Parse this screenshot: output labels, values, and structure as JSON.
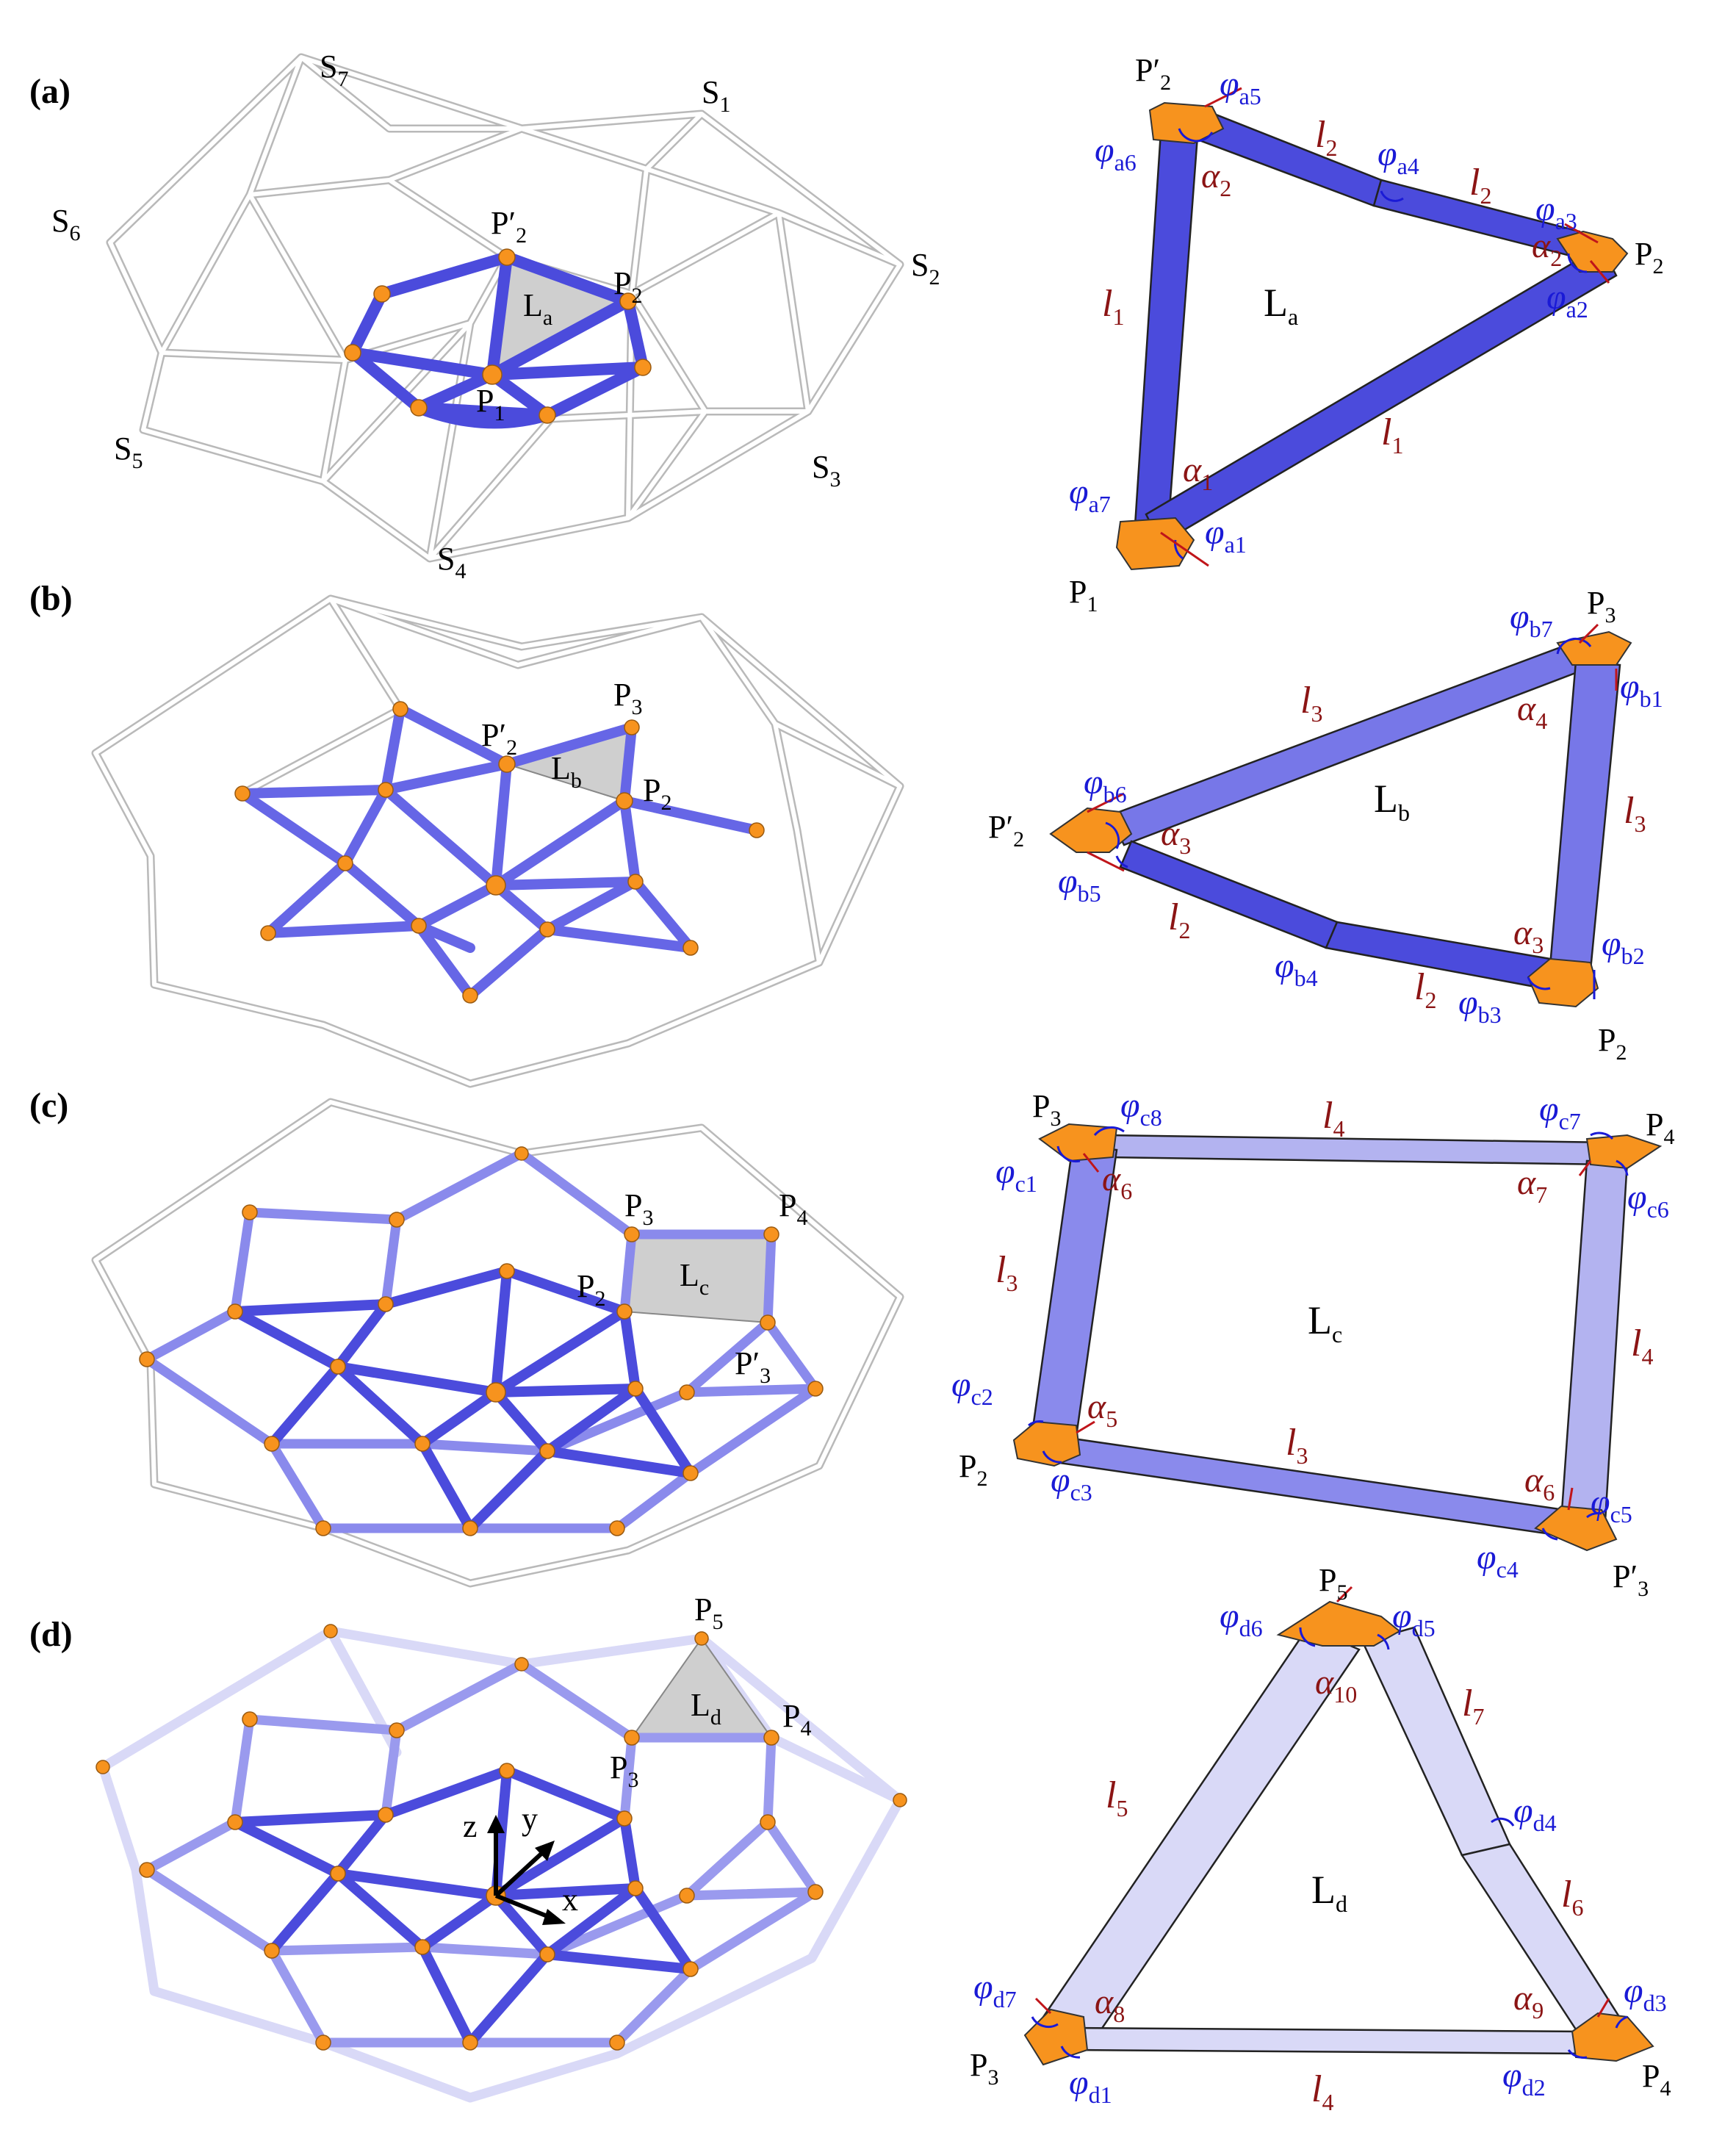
{
  "panels": [
    {
      "tag": "(a)",
      "support_labels": [
        "S",
        "S",
        "S",
        "S",
        "S",
        "S",
        "S"
      ],
      "support_subs": [
        "1",
        "2",
        "3",
        "4",
        "5",
        "6",
        "7"
      ],
      "node_labels": {
        "p2p": "P′",
        "p2p_sub": "2",
        "p2": "P",
        "p2_sub": "2",
        "p1": "P",
        "p1_sub": "1",
        "loop": "L",
        "loop_sub": "a"
      },
      "detail": {
        "loop": "L",
        "loop_sub": "a",
        "joints": [
          {
            "t": "P′",
            "s": "2"
          },
          {
            "t": "P",
            "s": "2"
          },
          {
            "t": "P",
            "s": "1"
          }
        ],
        "lengths": [
          {
            "t": "l",
            "s": "2"
          },
          {
            "t": "l",
            "s": "2"
          },
          {
            "t": "l",
            "s": "1"
          },
          {
            "t": "l",
            "s": "1"
          }
        ],
        "angles": [
          {
            "t": "α",
            "s": "2"
          },
          {
            "t": "α",
            "s": "2"
          },
          {
            "t": "α",
            "s": "1"
          }
        ],
        "phis": [
          {
            "t": "φ",
            "s": "a5"
          },
          {
            "t": "φ",
            "s": "a6"
          },
          {
            "t": "φ",
            "s": "a4"
          },
          {
            "t": "φ",
            "s": "a3"
          },
          {
            "t": "φ",
            "s": "a2"
          },
          {
            "t": "φ",
            "s": "a7"
          },
          {
            "t": "φ",
            "s": "a1"
          }
        ]
      }
    },
    {
      "tag": "(b)",
      "node_labels": {
        "p3": "P",
        "p3_sub": "3",
        "p2p": "P′",
        "p2p_sub": "2",
        "p2": "P",
        "p2_sub": "2",
        "loop": "L",
        "loop_sub": "b"
      },
      "detail": {
        "loop": "L",
        "loop_sub": "b",
        "joints": [
          {
            "t": "P",
            "s": "3"
          },
          {
            "t": "P′",
            "s": "2"
          },
          {
            "t": "P",
            "s": "2"
          }
        ],
        "lengths": [
          {
            "t": "l",
            "s": "3"
          },
          {
            "t": "l",
            "s": "3"
          },
          {
            "t": "l",
            "s": "2"
          },
          {
            "t": "l",
            "s": "2"
          }
        ],
        "angles": [
          {
            "t": "α",
            "s": "4"
          },
          {
            "t": "α",
            "s": "3"
          },
          {
            "t": "α",
            "s": "3"
          }
        ],
        "phis": [
          {
            "t": "φ",
            "s": "b7"
          },
          {
            "t": "φ",
            "s": "b1"
          },
          {
            "t": "φ",
            "s": "b6"
          },
          {
            "t": "φ",
            "s": "b5"
          },
          {
            "t": "φ",
            "s": "b4"
          },
          {
            "t": "φ",
            "s": "b2"
          },
          {
            "t": "φ",
            "s": "b3"
          }
        ]
      }
    },
    {
      "tag": "(c)",
      "node_labels": {
        "p3": "P",
        "p3_sub": "3",
        "p4": "P",
        "p4_sub": "4",
        "p2": "P",
        "p2_sub": "2",
        "p3p": "P′",
        "p3p_sub": "3",
        "loop": "L",
        "loop_sub": "c"
      },
      "detail": {
        "loop": "L",
        "loop_sub": "c",
        "joints": [
          {
            "t": "P",
            "s": "3"
          },
          {
            "t": "P",
            "s": "4"
          },
          {
            "t": "P",
            "s": "2"
          },
          {
            "t": "P′",
            "s": "3"
          }
        ],
        "lengths": [
          {
            "t": "l",
            "s": "4"
          },
          {
            "t": "l",
            "s": "3"
          },
          {
            "t": "l",
            "s": "4"
          },
          {
            "t": "l",
            "s": "3"
          }
        ],
        "angles": [
          {
            "t": "α",
            "s": "6"
          },
          {
            "t": "α",
            "s": "7"
          },
          {
            "t": "α",
            "s": "5"
          },
          {
            "t": "α",
            "s": "6"
          }
        ],
        "phis": [
          {
            "t": "φ",
            "s": "c8"
          },
          {
            "t": "φ",
            "s": "c1"
          },
          {
            "t": "φ",
            "s": "c7"
          },
          {
            "t": "φ",
            "s": "c6"
          },
          {
            "t": "φ",
            "s": "c2"
          },
          {
            "t": "φ",
            "s": "c3"
          },
          {
            "t": "φ",
            "s": "c5"
          },
          {
            "t": "φ",
            "s": "c4"
          }
        ]
      }
    },
    {
      "tag": "(d)",
      "node_labels": {
        "p5": "P",
        "p5_sub": "5",
        "p4": "P",
        "p4_sub": "4",
        "p3": "P",
        "p3_sub": "3",
        "loop": "L",
        "loop_sub": "d"
      },
      "axes": {
        "x": "x",
        "y": "y",
        "z": "z"
      },
      "detail": {
        "loop": "L",
        "loop_sub": "d",
        "joints": [
          {
            "t": "P",
            "s": "5"
          },
          {
            "t": "P",
            "s": "3"
          },
          {
            "t": "P",
            "s": "4"
          }
        ],
        "lengths": [
          {
            "t": "l",
            "s": "7"
          },
          {
            "t": "l",
            "s": "5"
          },
          {
            "t": "l",
            "s": "6"
          },
          {
            "t": "l",
            "s": "4"
          }
        ],
        "angles": [
          {
            "t": "α",
            "s": "10"
          },
          {
            "t": "α",
            "s": "8"
          },
          {
            "t": "α",
            "s": "9"
          }
        ],
        "phis": [
          {
            "t": "φ",
            "s": "d6"
          },
          {
            "t": "φ",
            "s": "d5"
          },
          {
            "t": "φ",
            "s": "d4"
          },
          {
            "t": "φ",
            "s": "d7"
          },
          {
            "t": "φ",
            "s": "d1"
          },
          {
            "t": "φ",
            "s": "d2"
          },
          {
            "t": "φ",
            "s": "d3"
          }
        ]
      }
    }
  ],
  "colors": {
    "strut_dark": "#4b4bdc",
    "strut_mid": "#7777e8",
    "strut_light": "#b3b3f0",
    "strut_pale": "#d9d9f7",
    "node": "#f7931e",
    "length_label": "#8b1414",
    "phi_label": "#1a1ad6",
    "loop_fill": "#cfcfcf"
  }
}
